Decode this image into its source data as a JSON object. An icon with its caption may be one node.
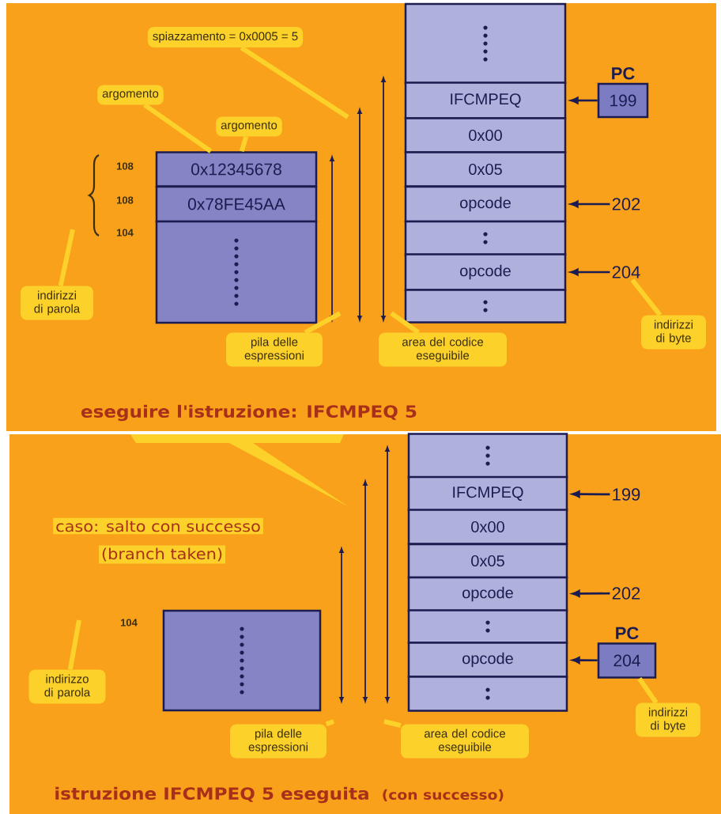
{
  "diagram": {
    "nodes": [
      {
        "text": [
          "spiazzamento = 0x0005 = 5"
        ]
      },
      {
        "text": [
          "argomento"
        ]
      },
      {
        "text": [
          "argomento"
        ]
      },
      {
        "text": [
          "0x12345678"
        ]
      },
      {
        "text": [
          "0x78FE45AA"
        ]
      },
      {
        "text": [],
        "shape": "box"
      },
      {
        "text": [],
        "shape": "box"
      },
      {
        "text": [
          "IFCMPEQ"
        ]
      },
      {
        "text": [
          "0x00"
        ]
      },
      {
        "text": [
          "0x05"
        ]
      },
      {
        "text": [
          "opcode"
        ]
      },
      {
        "text": [],
        "shape": "box"
      },
      {
        "text": [
          "opcode"
        ]
      },
      {
        "text": [],
        "shape": "box"
      },
      {
        "text": [
          "PC",
          "199"
        ]
      },
      {
        "text": [
          "202"
        ]
      },
      {
        "text": [
          "204"
        ]
      },
      {
        "text": [
          "indirizzi di parola"
        ]
      },
      {
        "text": [
          "pila delle espressioni"
        ]
      },
      {
        "text": [
          "area del codice eseguibile"
        ]
      },
      {
        "text": [
          "indirizzi di byte"
        ]
      },
      {
        "text": [
          "caso: salto con successo"
        ]
      },
      {
        "text": [
          "(branch taken)"
        ]
      },
      {
        "text": [],
        "shape": "box"
      },
      {
        "text": [
          "IFCMPEQ"
        ]
      },
      {
        "text": [
          "0x00"
        ]
      },
      {
        "text": [
          "0x05"
        ]
      },
      {
        "text": [
          "opcode"
        ]
      },
      {
        "text": [],
        "shape": "box"
      },
      {
        "text": [
          "opcode"
        ]
      },
      {
        "text": [],
        "shape": "box"
      },
      {
        "text": [
          "199"
        ]
      },
      {
        "text": [
          "202"
        ]
      },
      {
        "text": [
          "PC",
          "204"
        ]
      },
      {
        "text": [],
        "shape": "box"
      },
      {
        "text": [
          "indirizzo di parola"
        ]
      },
      {
        "text": [
          "pila delle espressioni"
        ]
      },
      {
        "text": [
          "area del codice eseguibile"
        ]
      },
      {
        "text": [
          "indirizzi di byte"
        ]
      }
    ],
    "edges": [
      {
        "from": 0,
        "to": null,
        "arrow": "none"
      },
      {
        "from": 1,
        "to": 3,
        "arrow": "none"
      },
      {
        "from": 2,
        "to": 3,
        "arrow": "none"
      },
      {
        "from": 17,
        "to": null,
        "arrow": "none"
      },
      {
        "from": 18,
        "to": null,
        "arrow": "none"
      },
      {
        "from": 19,
        "to": null,
        "arrow": "none"
      },
      {
        "from": 20,
        "to": 16,
        "arrow": "none"
      },
      {
        "from": 14,
        "to": 7,
        "arrow": "to",
        "color": "#1c1c50"
      },
      {
        "from": 15,
        "to": 10,
        "arrow": "to",
        "color": "#1c1c50"
      },
      {
        "from": 16,
        "to": 12,
        "arrow": "to",
        "color": "#1c1c50"
      },
      {
        "from": 31,
        "to": 24,
        "arrow": "to",
        "color": "#1c1c50"
      },
      {
        "from": 32,
        "to": 27,
        "arrow": "to",
        "color": "#1c1c50"
      },
      {
        "from": 33,
        "to": 29,
        "arrow": "to",
        "color": "#1c1c50"
      },
      {
        "from": 35,
        "to": null,
        "arrow": "none"
      },
      {
        "from": 36,
        "to": null,
        "arrow": "none"
      },
      {
        "from": 37,
        "to": null,
        "arrow": "none"
      },
      {
        "from": 38,
        "to": 33,
        "arrow": "none"
      }
    ],
    "labels": [
      "108",
      "108",
      "104",
      "eseguire l'istruzione: IFCMPEQ 5",
      "104",
      "istruzione IFCMPEQ 5 eseguita",
      "(con successo)"
    ]
  }
}
